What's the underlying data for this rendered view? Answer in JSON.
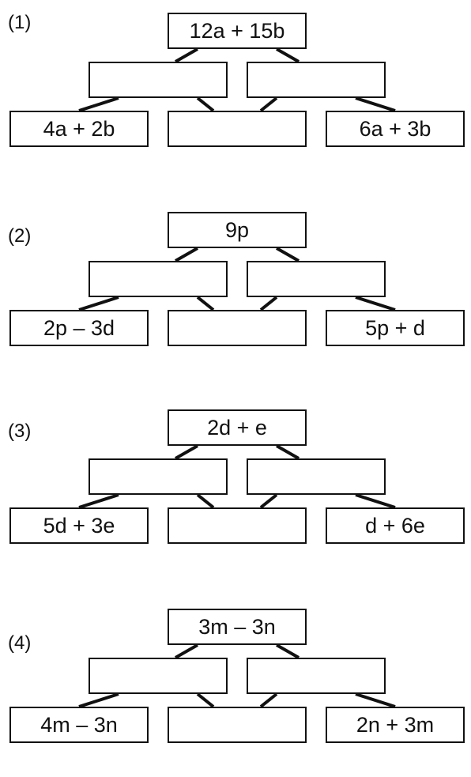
{
  "pyramids": [
    {
      "label": "(1)",
      "top": "12a + 15b",
      "middle_left": "",
      "middle_right": "",
      "bottom_left": "4a + 2b",
      "bottom_middle": "",
      "bottom_right": "6a + 3b"
    },
    {
      "label": "(2)",
      "top": "9p",
      "middle_left": "",
      "middle_right": "",
      "bottom_left": "2p – 3d",
      "bottom_middle": "",
      "bottom_right": "5p + d"
    },
    {
      "label": "(3)",
      "top": "2d + e",
      "middle_left": "",
      "middle_right": "",
      "bottom_left": "5d + 3e",
      "bottom_middle": "",
      "bottom_right": "d + 6e"
    },
    {
      "label": "(4)",
      "top": "3m – 3n",
      "middle_left": "",
      "middle_right": "",
      "bottom_left": "4m – 3n",
      "bottom_middle": "",
      "bottom_right": "2n + 3m"
    }
  ]
}
